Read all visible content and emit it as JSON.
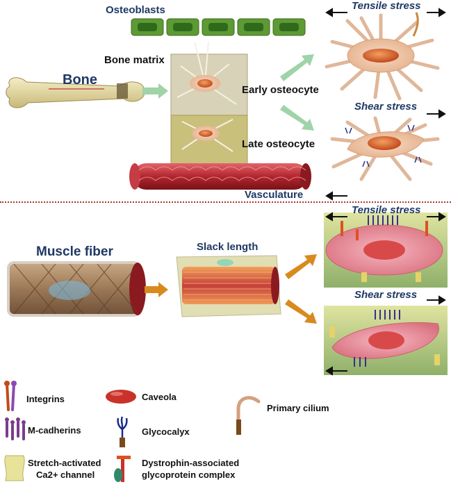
{
  "top": {
    "osteoblasts": "Osteoblasts",
    "bone": "Bone",
    "bone_matrix": "Bone matrix",
    "early_osteocyte": "Early osteocyte",
    "late_osteocyte": "Late osteocyte",
    "vasculature": "Vasculature",
    "tensile_stress": "Tensile stress",
    "shear_stress": "Shear stress"
  },
  "bottom": {
    "muscle_fiber": "Muscle fiber",
    "slack_length": "Slack length",
    "tensile_stress": "Tensile stress",
    "shear_stress": "Shear stress"
  },
  "legend": {
    "integrins": "Integrins",
    "m_cadherins": "M-cadherins",
    "stretch_channel_1": "Stretch-activated",
    "stretch_channel_2": "Ca2+ channel",
    "caveola": "Caveola",
    "glycocalyx": "Glycocalyx",
    "dystrophin_1": "Dystrophin-associated",
    "dystrophin_2": "glycoprotein complex",
    "primary_cilium": "Primary cilium"
  },
  "colors": {
    "navy_text": "#1f3864",
    "divider": "#b03030",
    "arrow_green": "#9fd3a8",
    "arrow_orange": "#d98a1f",
    "osteoblast_green": "#4f8a2a",
    "vessel_red": "#b3262e",
    "muscle_tan": "#8c6a4a",
    "cell_pink": "#e98a9a"
  },
  "icons": [
    "integrin-icon",
    "m-cadherin-icon",
    "stretch-channel-icon",
    "caveola-icon",
    "glycocalyx-icon",
    "dystrophin-complex-icon",
    "primary-cilium-icon"
  ]
}
